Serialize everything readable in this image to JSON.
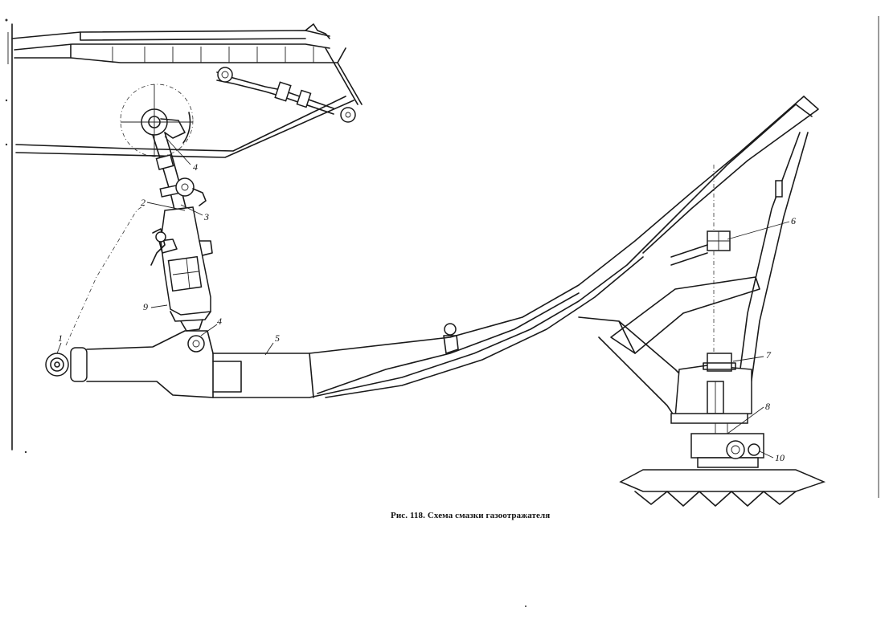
{
  "caption": "Рис. 118. Схема смазки газоотражателя",
  "callouts": [
    {
      "id": "1",
      "text": "1"
    },
    {
      "id": "2",
      "text": "2"
    },
    {
      "id": "3",
      "text": "3"
    },
    {
      "id": "4a",
      "text": "4"
    },
    {
      "id": "4b",
      "text": "4"
    },
    {
      "id": "5",
      "text": "5"
    },
    {
      "id": "6",
      "text": "6"
    },
    {
      "id": "7",
      "text": "7"
    },
    {
      "id": "8",
      "text": "8"
    },
    {
      "id": "9",
      "text": "9"
    },
    {
      "id": "10",
      "text": "10"
    }
  ]
}
